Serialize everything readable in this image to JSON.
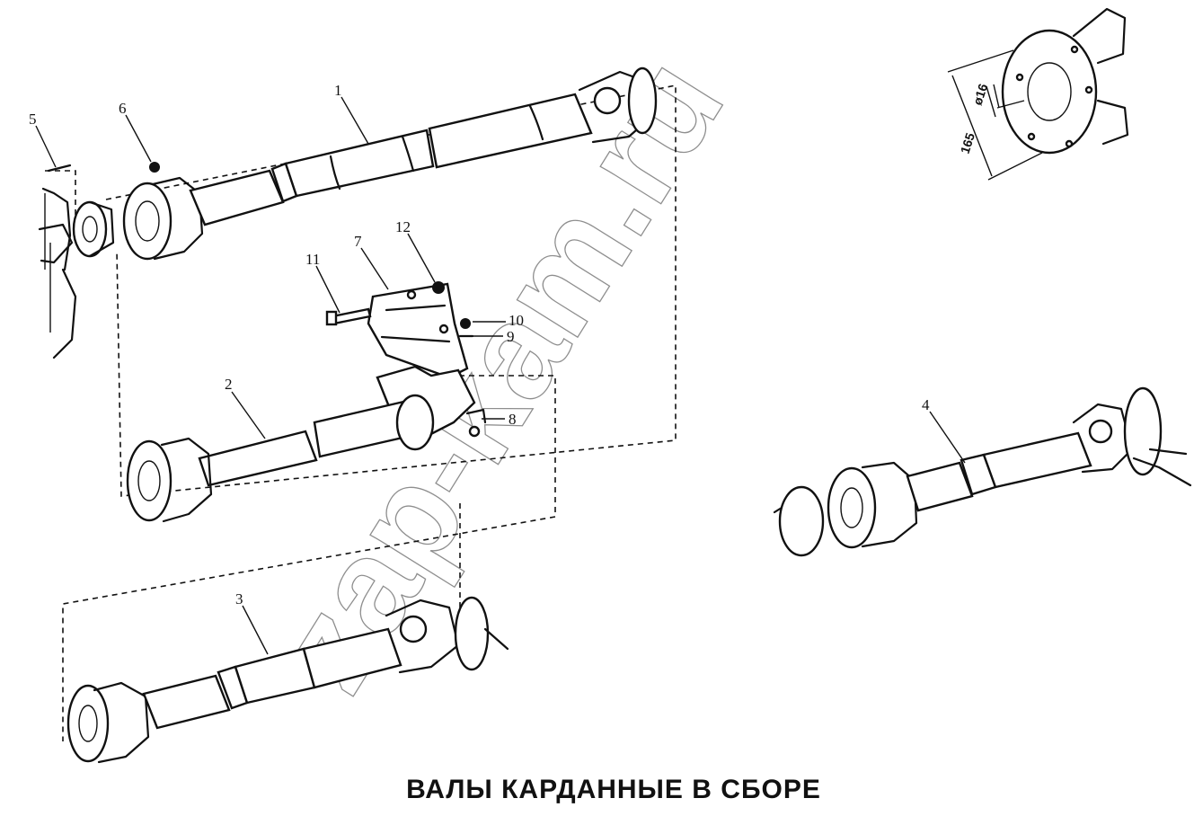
{
  "title": "ВАЛЫ КАРДАННЫЕ В СБОРЕ",
  "watermark": "zap-kam.ru",
  "callouts": [
    "1",
    "2",
    "3",
    "4",
    "5",
    "6",
    "7",
    "8",
    "9",
    "10",
    "11",
    "12"
  ],
  "dimensions": {
    "outer": "165",
    "inner": "ø16"
  }
}
